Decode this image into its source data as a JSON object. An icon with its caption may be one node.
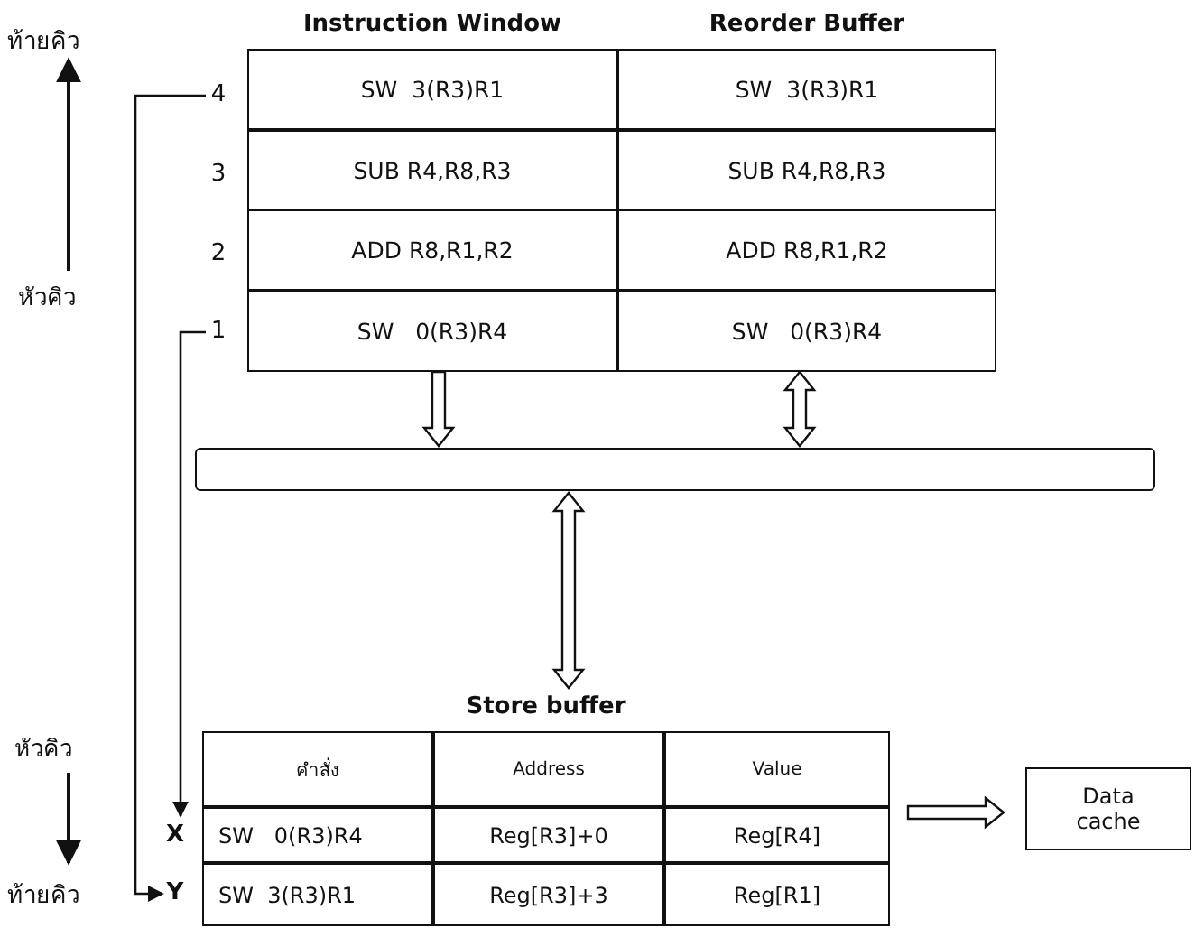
{
  "diagram": {
    "nodes": [
      {
        "text": [
          "Instruction Window"
        ]
      },
      {
        "text": [
          "SW  3(R3)R1"
        ],
        "in": 0
      },
      {
        "text": [
          "SUB R4,R8,R3"
        ],
        "in": 0
      },
      {
        "text": [
          "ADD R8,R1,R2"
        ],
        "in": 0
      },
      {
        "text": [
          "SW   0(R3)R4"
        ],
        "in": 0
      },
      {
        "text": [
          "Reorder Buffer"
        ]
      },
      {
        "text": [
          "SW  3(R3)R1"
        ],
        "in": 5
      },
      {
        "text": [
          "SUB R4,R8,R3"
        ],
        "in": 5
      },
      {
        "text": [
          "ADD R8,R1,R2"
        ],
        "in": 5
      },
      {
        "text": [
          "SW   0(R3)R4"
        ],
        "in": 5
      },
      {
        "text": [
          "4"
        ]
      },
      {
        "text": [
          "1"
        ]
      },
      {
        "text": [],
        "shape": "bar"
      },
      {
        "text": [
          "Store buffer"
        ]
      },
      {
        "text": [
          "คำสั่ง",
          "Address",
          "Value"
        ],
        "in": 13
      },
      {
        "text": [
          "SW   0(R3)R4",
          "Reg[R3]+0",
          "Reg[R4]"
        ],
        "in": 13
      },
      {
        "text": [
          "SW  3(R3)R1",
          "Reg[R3]+3",
          "Reg[R1]"
        ],
        "in": 13
      },
      {
        "text": [
          "X"
        ]
      },
      {
        "text": [
          "Y"
        ]
      },
      {
        "text": [
          "Data cache"
        ]
      }
    ],
    "edges": [
      {
        "from": 10,
        "to": 18,
        "arrow": "to"
      },
      {
        "from": 11,
        "to": 17,
        "arrow": "to"
      },
      {
        "from": 0,
        "to": 12,
        "arrow": "to",
        "style": "thick"
      },
      {
        "from": 5,
        "to": 12,
        "arrow": "both",
        "style": "thick"
      },
      {
        "from": 12,
        "to": 13,
        "arrow": "both",
        "style": "thick"
      },
      {
        "from": 15,
        "to": 19,
        "arrow": "to",
        "style": "thick"
      }
    ],
    "labels": [
      "ท้ายคิว",
      "3",
      "2",
      "หัวคิว",
      "หัวคิว",
      "ท้ายคิว"
    ]
  }
}
